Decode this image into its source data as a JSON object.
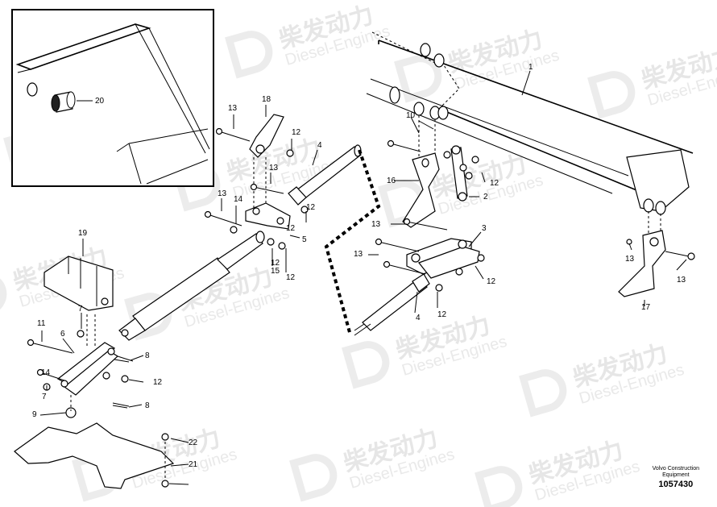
{
  "watermark": {
    "chinese": "柴发动力",
    "english": "Diesel-Engines"
  },
  "callouts": [
    "1",
    "2",
    "3",
    "4",
    "4",
    "5",
    "6",
    "7",
    "7",
    "8",
    "8",
    "9",
    "10",
    "11",
    "12",
    "12",
    "12",
    "12",
    "12",
    "12",
    "12",
    "12",
    "12",
    "13",
    "13",
    "13",
    "13",
    "13",
    "13",
    "13",
    "14",
    "14",
    "15",
    "16",
    "17",
    "18",
    "19",
    "20",
    "21",
    "22"
  ],
  "footer": {
    "line1": "Volvo Construction",
    "line2": "Equipment",
    "number": "1057430"
  }
}
